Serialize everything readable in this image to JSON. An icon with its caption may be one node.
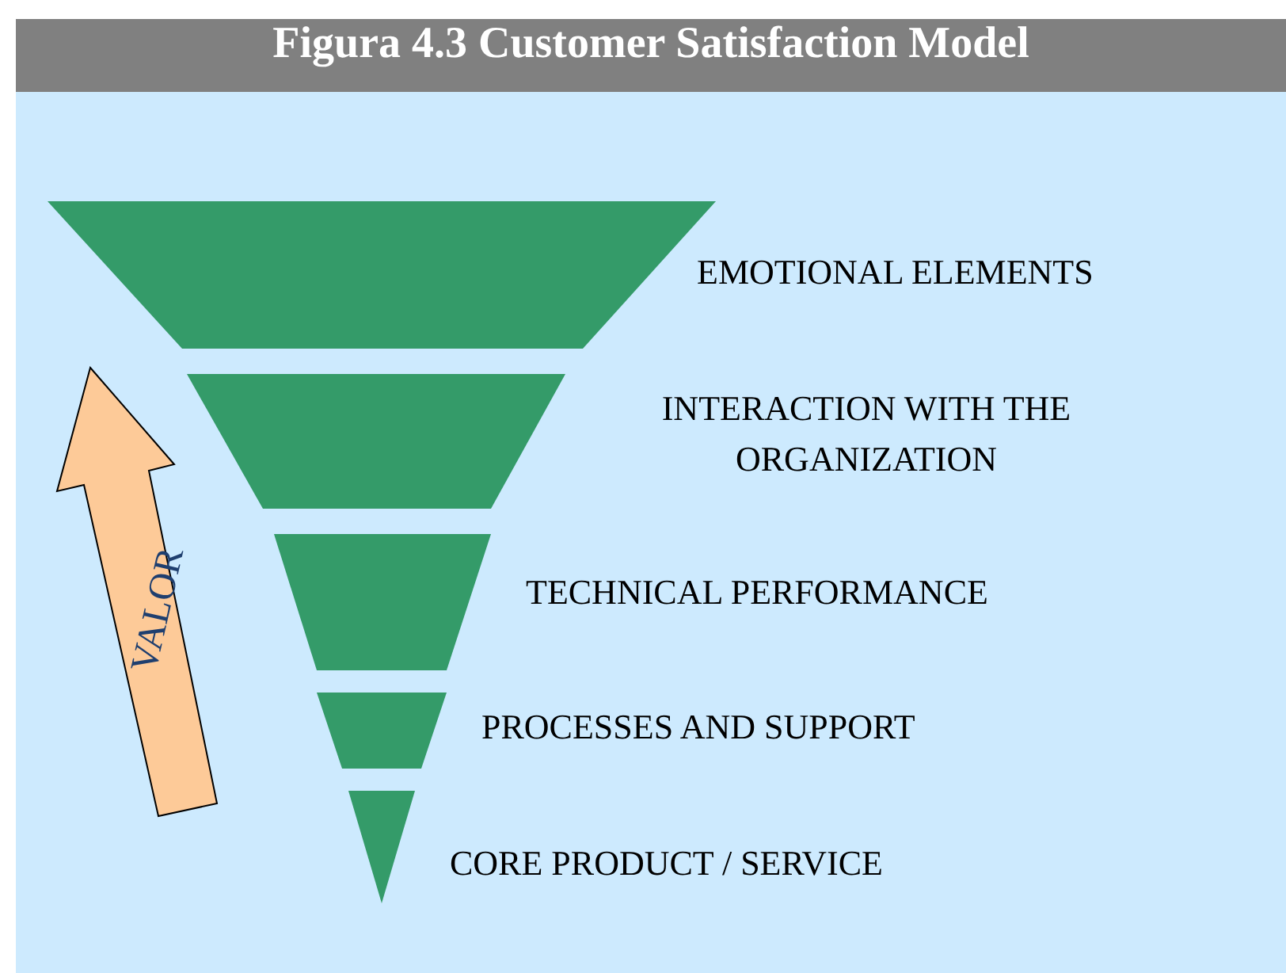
{
  "diagram": {
    "title": "Figura 4.3 Customer Satisfaction Model",
    "nodes": [
      {
        "text": [
          "EMOTIONAL ELEMENTS"
        ]
      },
      {
        "text": [
          "INTERACTION WITH THE ORGANIZATION"
        ]
      },
      {
        "text": [
          "TECHNICAL PERFORMANCE"
        ]
      },
      {
        "text": [
          "PROCESSES AND SUPPORT"
        ]
      },
      {
        "text": [
          "CORE PRODUCT / SERVICE"
        ]
      }
    ],
    "labels": [
      "VALOR"
    ]
  }
}
